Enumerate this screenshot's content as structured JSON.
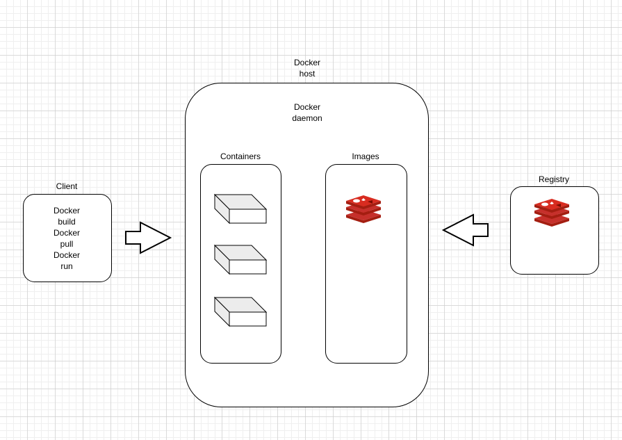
{
  "host": {
    "title_line1": "Docker",
    "title_line2": "host",
    "daemon_line1": "Docker",
    "daemon_line2": "daemon"
  },
  "containers": {
    "label": "Containers"
  },
  "images": {
    "label": "Images",
    "icon": "redis-logo-icon"
  },
  "client": {
    "label": "Client",
    "commands": [
      "Docker",
      "build",
      "Docker",
      "pull",
      "Docker",
      "run"
    ]
  },
  "registry": {
    "label": "Registry",
    "icon": "redis-logo-icon"
  },
  "colors": {
    "redis_red": "#c6302b",
    "redis_dark": "#a41e11",
    "cube_face": "#ececec"
  }
}
